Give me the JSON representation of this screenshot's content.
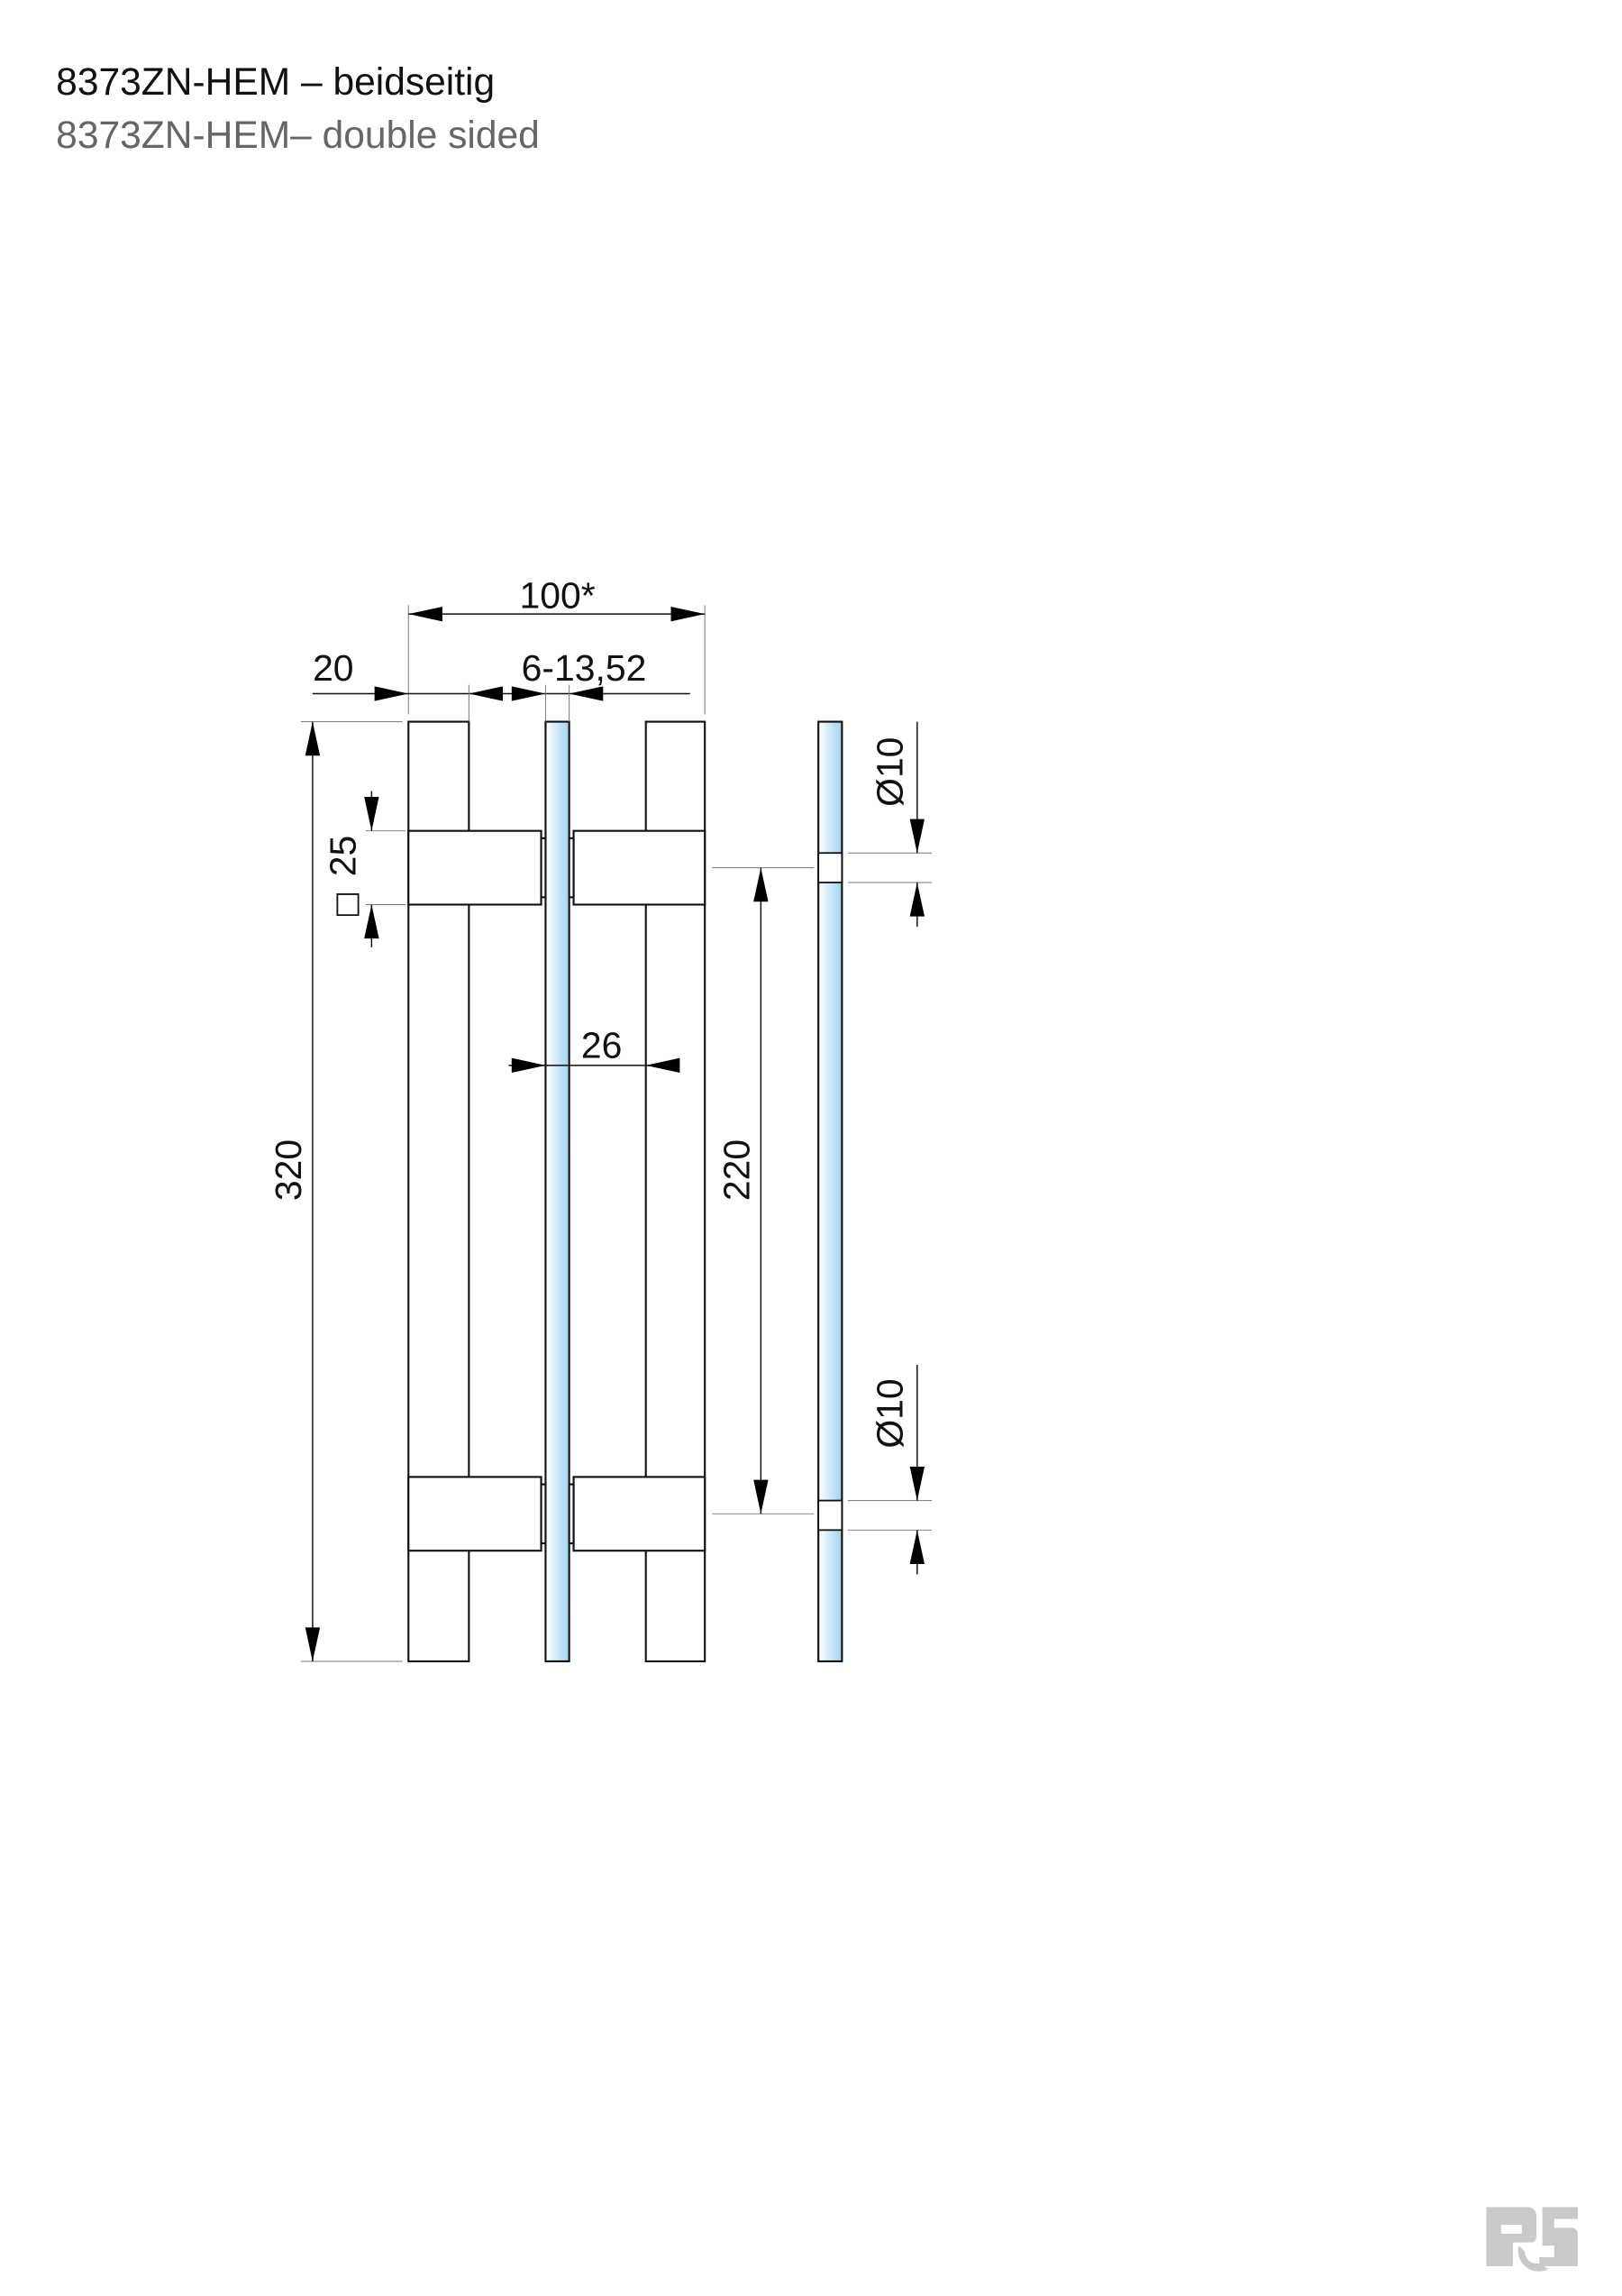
{
  "title": {
    "line1": "8373ZN-HEM – beidseitig",
    "line2": "8373ZN-HEM– double sided"
  },
  "dimensions": {
    "overall_width": "100*",
    "standoff_offset": "20",
    "glass_thickness": "6-13,52",
    "height": "320",
    "square_section_symbol": "□",
    "square_section": "25",
    "bar_to_glass": "26",
    "hole_spacing": "220",
    "hole_diameter_top": "Ø10",
    "hole_diameter_bottom": "Ø10"
  },
  "colors": {
    "glass_light": "#ffffff",
    "glass_blue": "#9fd3f0",
    "logo_gray": "#c9c9c9"
  },
  "logo": {
    "text": "RS"
  }
}
